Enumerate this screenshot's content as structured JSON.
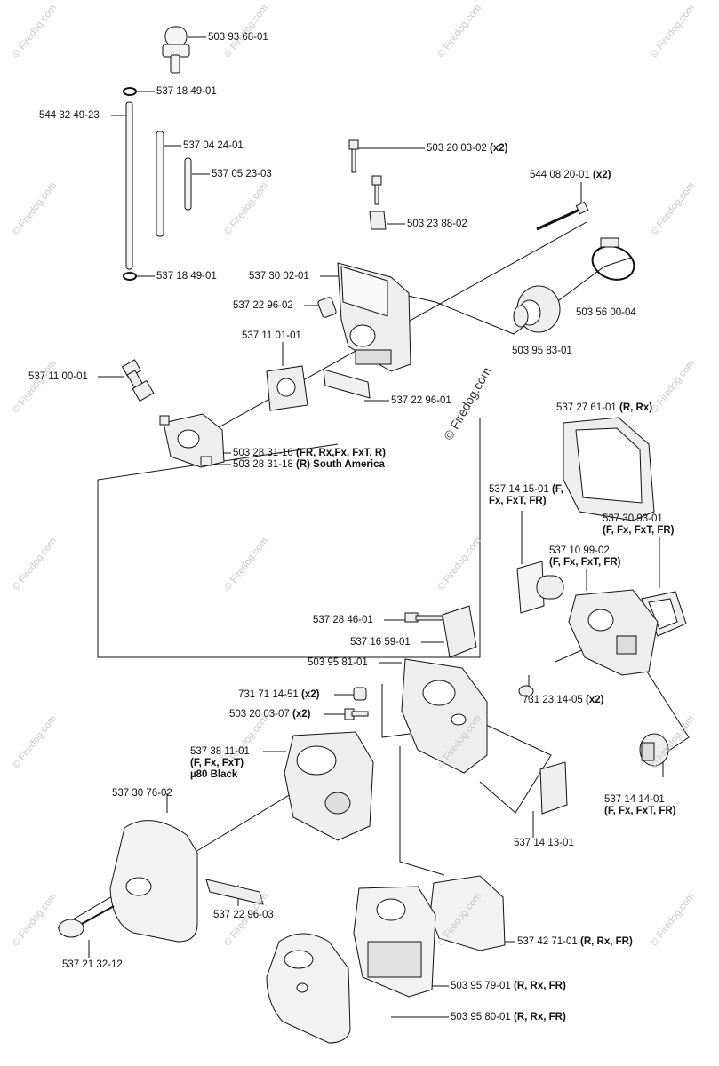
{
  "watermark": "© Firedog.com",
  "labels": {
    "p01": "503 93 68-01",
    "p02": "537 18 49-01",
    "p03": "544 32 49-23",
    "p04": "537 04 24-01",
    "p05": "537 05 23-03",
    "p06": "503 20 03-02",
    "p06q": "(x2)",
    "p07": "544 08 20-01",
    "p07q": "(x2)",
    "p08": "503 23 88-02",
    "p09": "537 18 49-01",
    "p10": "537 30 02-01",
    "p11": "537 22 96-02",
    "p12": "503 56 00-04",
    "p13": "537 11 01-01",
    "p14": "503 95 83-01",
    "p15": "537 11 00-01",
    "p16": "537 22 96-01",
    "p17": "537 27 61-01",
    "p17q": "(R, Rx)",
    "p18": "503 28 31-16",
    "p18q": "(FR, Rx,Fx, FxT, R)",
    "p19": "503 28 31-18",
    "p19q": "(R) South America",
    "p20a": "537 14 15-01",
    "p20b": "(F,",
    "p20c": "Fx, FxT, FR)",
    "p21a": "537 30 93-01",
    "p21b": "(F, Fx, FxT, FR)",
    "p22a": "537 10 99-02",
    "p22b": "(F, Fx, FxT, FR)",
    "p23": "537 28 46-01",
    "p24": "537 16 59-01",
    "p25": "503 95 81-01",
    "p26": "731 71 14-51",
    "p26q": "(x2)",
    "p27": "731 23 14-05",
    "p27q": "(x2)",
    "p28": "503 20 03-07",
    "p28q": "(x2)",
    "p29a": "537 38 11-01",
    "p29b": "(F, Fx, FxT)",
    "p29c": "µ80 Black",
    "p30a": "537 14 14-01",
    "p30b": "(F, Fx, FxT, FR)",
    "p31": "537 30 76-02",
    "p32": "537 14 13-01",
    "p33": "537 22 96-03",
    "p34": "537 42 71-01",
    "p34q": "(R, Rx, FR)",
    "p35": "537 21 32-12",
    "p36": "503 95 79-01",
    "p36q": "(R, Rx, FR)",
    "p37": "503 95 80-01",
    "p37q": "(R, Rx, FR)"
  }
}
